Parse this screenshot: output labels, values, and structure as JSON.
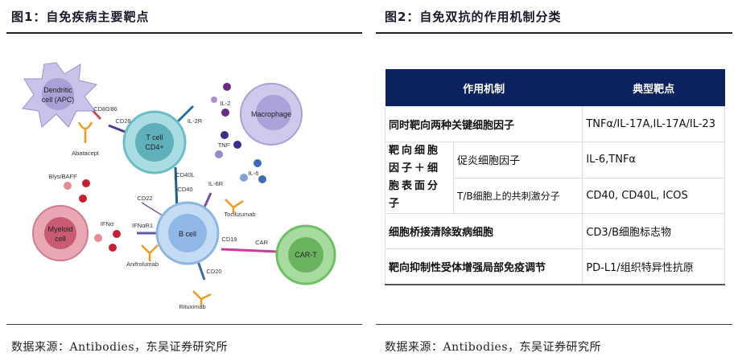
{
  "left": {
    "title": "图1：自免疾病主要靶点",
    "source": "数据来源：Antibodies，东吴证券研究所",
    "diagram": {
      "cells": {
        "dendritic": "Dendritic",
        "dendritic2": "cell (APC)",
        "tcell": "T cell",
        "tcell2": "CD4+",
        "macrophage": "Macrophage",
        "bcell": "B cell",
        "myeloid": "Myeloid",
        "myeloid2": "cell",
        "cart": "CAR-T"
      },
      "labels": {
        "cd80": "CD80/86",
        "cd28": "CD28",
        "il2r": "IL-2R",
        "abatacept": "Abatacept",
        "il2": "IL-2",
        "tnf": "TNF",
        "il6": "IL-6",
        "cd40l": "CD40L",
        "cd40": "CD40",
        "il6r": "IL-6R",
        "blys": "Blys/BAFF",
        "cd22": "CD22",
        "tocilizumab": "Tocilizumab",
        "ifna": "IFNα",
        "ifnar1": "IFNαR1",
        "cd19": "CD19",
        "car": "CAR",
        "anifrolumab": "Anifrolumab",
        "cd20": "CD20",
        "rituximab": "Rituximab"
      }
    }
  },
  "right": {
    "title": "图2：自免双抗的作用机制分类",
    "source": "数据来源：Antibodies，东吴证券研究所",
    "table": {
      "headers": [
        "作用机制",
        "典型靶点"
      ],
      "rows": [
        {
          "mech": "同时靶向两种关键细胞因子",
          "target": "TNFα/IL-17A,IL-17A/IL-23"
        },
        {
          "group": "靶向细胞因子＋细胞表面分子",
          "sub": "促炎细胞因子",
          "target": "IL-6,TNFα"
        },
        {
          "sub": "T/B细胞上的共刺激分子",
          "target": "CD40, CD40L, ICOS"
        },
        {
          "mech": "细胞桥接清除致病细胞",
          "target": "CD3/B细胞标志物"
        },
        {
          "mech": "靶向抑制性受体增强局部免疫调节",
          "target": "PD-L1/组织特异性抗原"
        }
      ]
    }
  }
}
